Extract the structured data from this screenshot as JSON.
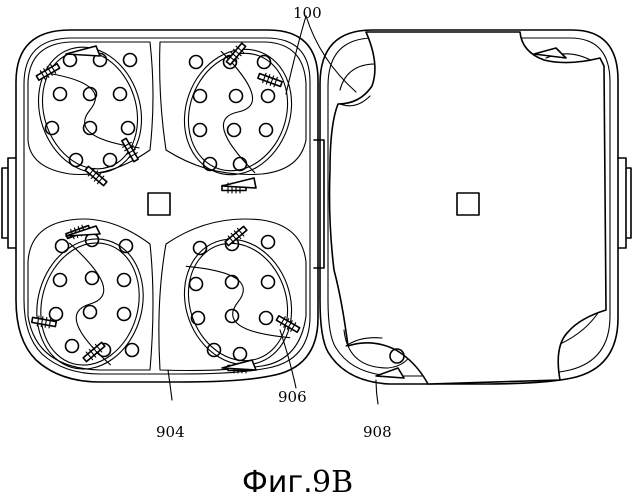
{
  "figure": {
    "caption_word": "Фиг.",
    "caption_number": "9B"
  },
  "references": {
    "ref_100": "100",
    "ref_904": "904",
    "ref_906": "906",
    "ref_908": "908"
  }
}
